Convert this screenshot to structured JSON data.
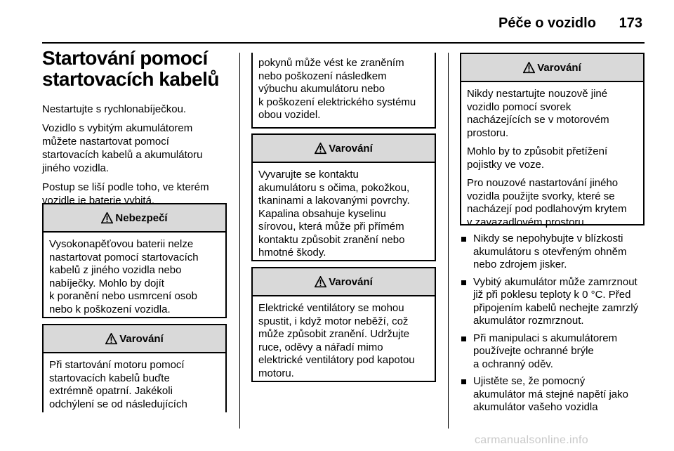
{
  "header": {
    "title": "Péče o vozidlo",
    "page_number": "173"
  },
  "col1": {
    "heading_line1": "Startování pomocí",
    "heading_line2": "startovacích kabelů",
    "para1": "Nestartujte s rychlonabíječkou.",
    "para2_lines": [
      "Vozidlo s vybitým akumulátorem",
      "můžete nastartovat pomocí",
      "startovacích kabelů a akumulátoru",
      "jiného vozidla."
    ],
    "para3_lines": [
      "Postup se liší podle toho, ve kterém",
      "vozidle je baterie vybitá."
    ],
    "danger_box": {
      "title": "Nebezpečí",
      "lines": [
        "Vysokonapěťovou baterii nelze",
        "nastartovat pomocí startovacích",
        "kabelů z jiného vozidla nebo",
        "nabíječky. Mohlo by dojít",
        "k poranění nebo usmrcení osob",
        "nebo k poškození vozidla."
      ]
    },
    "warning_box": {
      "title": "Varování",
      "lines": [
        "Při startování motoru pomocí",
        "startovacích kabelů buďte",
        "extrémně opatrní. Jakékoli",
        "odchýlení se od následujících"
      ]
    }
  },
  "col2": {
    "continued_box": {
      "lines": [
        "pokynů může vést ke zraněním",
        "nebo poškození následkem",
        "výbuchu akumulátoru nebo",
        "k poškození elektrického systému",
        "obou vozidel."
      ]
    },
    "warning_box1": {
      "title": "Varování",
      "lines": [
        "Vyvarujte se kontaktu",
        "akumulátoru s očima, pokožkou,",
        "tkaninami a lakovanými povrchy.",
        "Kapalina obsahuje kyselinu",
        "sírovou, která může při přímém",
        "kontaktu způsobit zranění nebo",
        "hmotné škody."
      ]
    },
    "warning_box2": {
      "title": "Varování",
      "lines": [
        "Elektrické ventilátory se mohou",
        "spustit, i když motor neběží, což",
        "může způsobit zranění. Udržujte",
        "ruce, oděvy a nářadí mimo",
        "elektrické ventilátory pod kapotou",
        "motoru."
      ]
    }
  },
  "col3": {
    "warning_box": {
      "title": "Varování",
      "para1_lines": [
        "Nikdy nestartujte nouzově jiné",
        "vozidlo pomocí svorek",
        "nacházejících se v motorovém",
        "prostoru."
      ],
      "para2_lines": [
        "Mohlo by to způsobit přetížení",
        "pojistky ve voze."
      ],
      "para3_lines": [
        "Pro nouzové nastartování jiného",
        "vozidla použijte svorky, které se",
        "nacházejí pod podlahovým krytem",
        "v zavazadlovém prostoru."
      ]
    },
    "bullets": [
      {
        "lines": [
          "Nikdy se nepohybujte v blízkosti",
          "akumulátoru s otevřeným ohněm",
          "nebo zdrojem jisker."
        ]
      },
      {
        "lines": [
          "Vybitý akumulátor může zamrznout",
          "již při poklesu teploty k 0 °C. Před",
          "připojením kabelů nechejte zamrzlý",
          "akumulátor rozmrznout."
        ]
      },
      {
        "lines": [
          "Při manipulaci s akumulátorem",
          "používejte ochranné brýle",
          "a ochranný oděv."
        ]
      },
      {
        "lines": [
          "Ujistěte se, že pomocný",
          "akumulátor má stejné napětí jako",
          "akumulátor vašeho vozidla"
        ]
      }
    ]
  },
  "watermark": "carmanualsonline.info",
  "icon_names": [
    "warning-triangle-icon"
  ]
}
